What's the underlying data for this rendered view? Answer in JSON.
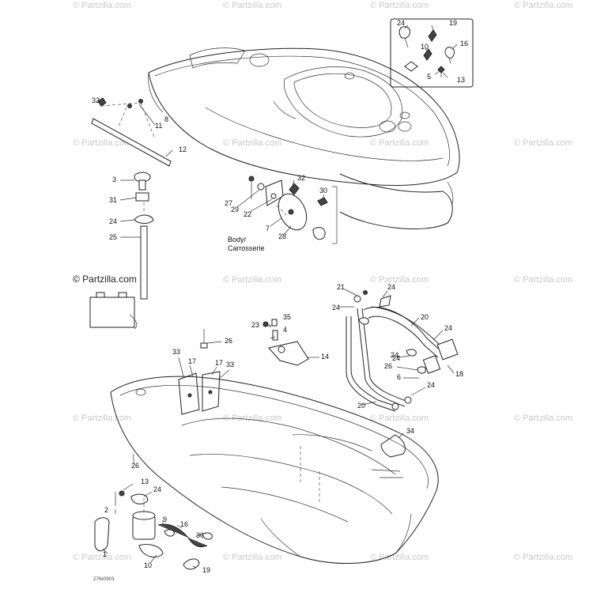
{
  "watermark": {
    "brand_text": "© Partzilla.com",
    "faint_text": "© Partzilla.com"
  },
  "labels": {
    "body_en": "Body/",
    "body_fr": "Carrosserie"
  },
  "drawing_code": "276x0903",
  "callouts": [
    {
      "id": "c24a",
      "text": "24"
    },
    {
      "id": "c19a",
      "text": "19"
    },
    {
      "id": "c16a",
      "text": "16"
    },
    {
      "id": "c10a",
      "text": "10"
    },
    {
      "id": "c5a",
      "text": "5"
    },
    {
      "id": "c13a",
      "text": "13"
    },
    {
      "id": "c32a",
      "text": "32"
    },
    {
      "id": "c8",
      "text": "8"
    },
    {
      "id": "c11",
      "text": "11"
    },
    {
      "id": "c12",
      "text": "12"
    },
    {
      "id": "c3",
      "text": "3"
    },
    {
      "id": "c31",
      "text": "31"
    },
    {
      "id": "c24b",
      "text": "24"
    },
    {
      "id": "c25",
      "text": "25"
    },
    {
      "id": "c32b",
      "text": "32"
    },
    {
      "id": "c27",
      "text": "27"
    },
    {
      "id": "c29",
      "text": "29"
    },
    {
      "id": "c22",
      "text": "22"
    },
    {
      "id": "c30",
      "text": "30"
    },
    {
      "id": "c7",
      "text": "7"
    },
    {
      "id": "c28",
      "text": "28"
    },
    {
      "id": "c21",
      "text": "21"
    },
    {
      "id": "c24c",
      "text": "24"
    },
    {
      "id": "c24d",
      "text": "24"
    },
    {
      "id": "c24e",
      "text": "24"
    },
    {
      "id": "c20a",
      "text": "20"
    },
    {
      "id": "c24f",
      "text": "24"
    },
    {
      "id": "c24g",
      "text": "24"
    },
    {
      "id": "c26a",
      "text": "26"
    },
    {
      "id": "c18",
      "text": "18"
    },
    {
      "id": "c6",
      "text": "6"
    },
    {
      "id": "c24h",
      "text": "24"
    },
    {
      "id": "c20b",
      "text": "20"
    },
    {
      "id": "c35",
      "text": "35"
    },
    {
      "id": "c23",
      "text": "23"
    },
    {
      "id": "c4",
      "text": "4"
    },
    {
      "id": "c14",
      "text": "14"
    },
    {
      "id": "c26b",
      "text": "26"
    },
    {
      "id": "c33a",
      "text": "33"
    },
    {
      "id": "c17a",
      "text": "17"
    },
    {
      "id": "c17b",
      "text": "17"
    },
    {
      "id": "c33b",
      "text": "33"
    },
    {
      "id": "c34",
      "text": "34"
    },
    {
      "id": "c26c",
      "text": "26"
    },
    {
      "id": "c13b",
      "text": "13"
    },
    {
      "id": "c24i",
      "text": "24"
    },
    {
      "id": "c2",
      "text": "2"
    },
    {
      "id": "c9",
      "text": "9"
    },
    {
      "id": "c16b",
      "text": "16"
    },
    {
      "id": "c1",
      "text": "1"
    },
    {
      "id": "c36",
      "text": "36"
    },
    {
      "id": "c10b",
      "text": "10"
    },
    {
      "id": "c19b",
      "text": "19"
    }
  ]
}
